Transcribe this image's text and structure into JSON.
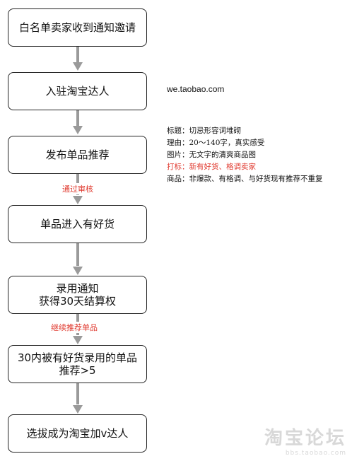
{
  "flow": {
    "steps": [
      {
        "lines": [
          "白名单卖家收到通知邀请"
        ]
      },
      {
        "lines": [
          "入驻淘宝达人"
        ]
      },
      {
        "lines": [
          "发布单品推荐"
        ]
      },
      {
        "lines": [
          "单品进入有好货"
        ]
      },
      {
        "lines": [
          "录用通知",
          "获得30天结算权"
        ]
      },
      {
        "lines": [
          "30内被有好货录用的单品",
          "推荐>5"
        ]
      },
      {
        "lines": [
          "选拔成为淘宝加v达人"
        ]
      }
    ],
    "edge_labels": {
      "approve": "通过审核",
      "continue": "继续推荐单品"
    }
  },
  "site": "we.taobao.com",
  "notes": [
    {
      "text": "标题：切忌形容词堆砌",
      "highlight": false
    },
    {
      "text": "理由：20～140字，真实感受",
      "highlight": false
    },
    {
      "text": "图片：无文字的清爽商品图",
      "highlight": false
    },
    {
      "text": "打标：新有好货、格调卖家",
      "highlight": true
    },
    {
      "text": "商品：非爆款、有格调、与好货现有推荐不重复",
      "highlight": false
    }
  ],
  "colors": {
    "highlight": "#e03a2f",
    "arrow": "#9a9a9a",
    "border": "#222222"
  },
  "watermark": {
    "main": "淘宝论坛",
    "sub": "bbs.taobao.com"
  }
}
